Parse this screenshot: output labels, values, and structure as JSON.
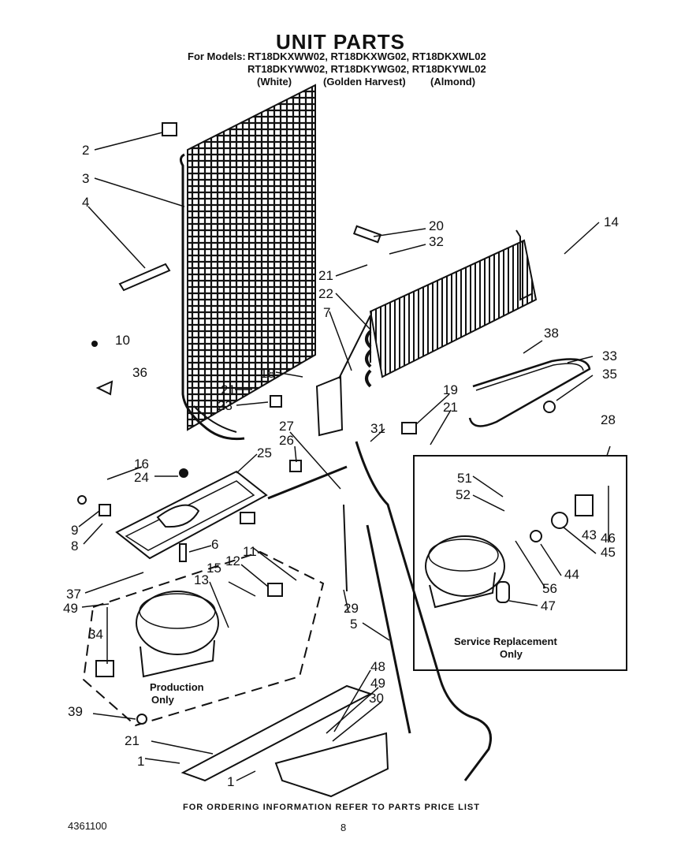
{
  "title": "UNIT PARTS",
  "models": {
    "prefix": "For Models:",
    "line1": "RT18DKXWW02, RT18DKXWG02, RT18DKXWL02",
    "line2": "RT18DKYWW02, RT18DKYWG02, RT18DKYWL02",
    "colors": [
      "(White)",
      "(Golden Harvest)",
      "(Almond)"
    ]
  },
  "boxes": {
    "production": [
      "Production",
      "Only"
    ],
    "service": [
      "Service Replacement",
      "Only"
    ]
  },
  "callouts": [
    "1",
    "1",
    "2",
    "3",
    "4",
    "5",
    "6",
    "7",
    "8",
    "9",
    "10",
    "11",
    "12",
    "13",
    "14",
    "15",
    "16",
    "18",
    "19",
    "20",
    "21",
    "21",
    "21",
    "21",
    "22",
    "23",
    "24",
    "25",
    "26",
    "27",
    "28",
    "29",
    "30",
    "31",
    "32",
    "33",
    "34",
    "35",
    "36",
    "37",
    "38",
    "39",
    "43",
    "44",
    "45",
    "46",
    "47",
    "48",
    "49",
    "49",
    "51",
    "52",
    "56"
  ],
  "footer": {
    "note": "FOR ORDERING INFORMATION REFER TO PARTS PRICE LIST",
    "doc_number": "4361100",
    "page": "8"
  }
}
